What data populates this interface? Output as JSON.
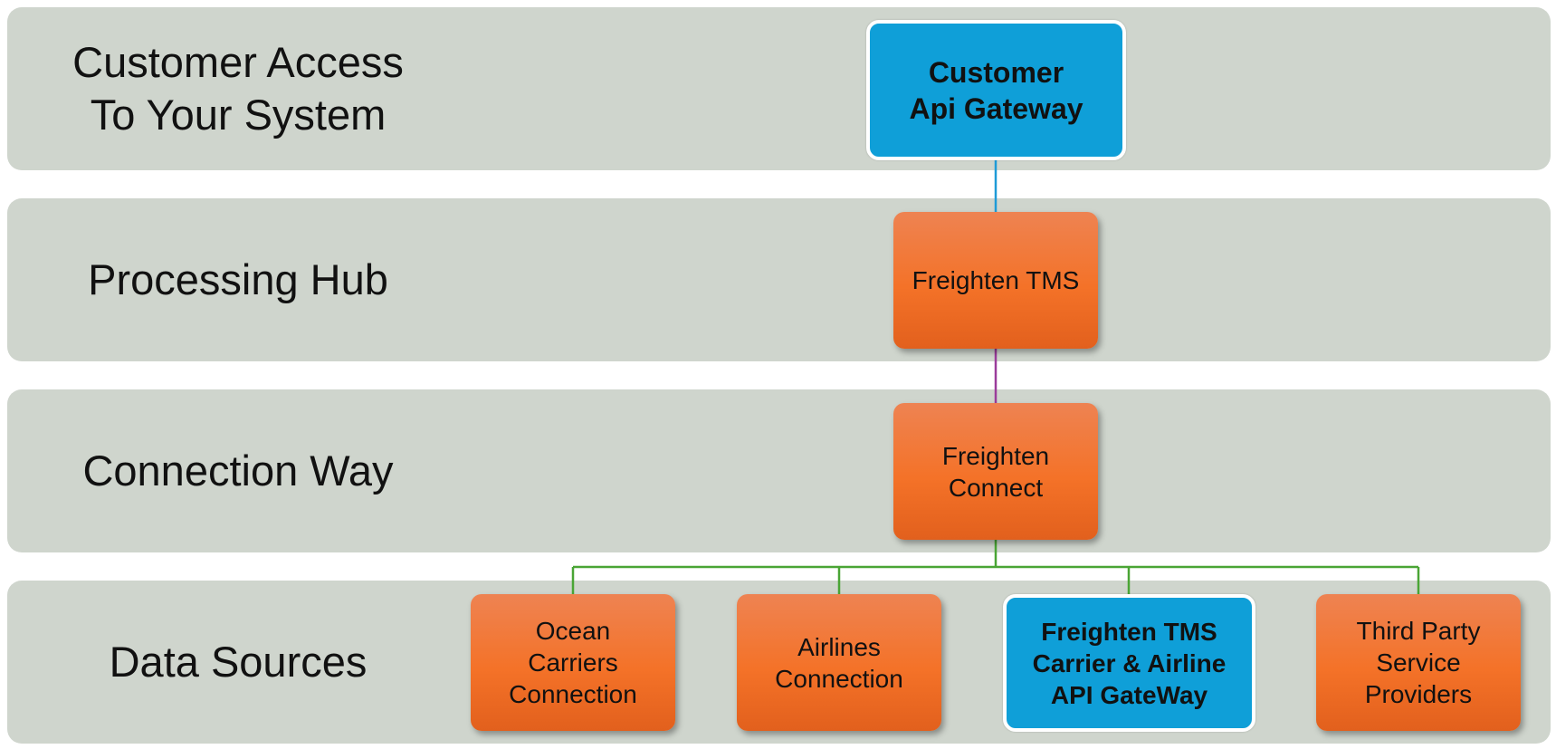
{
  "layers": [
    {
      "label": "Customer Access\nTo Your System"
    },
    {
      "label": "Processing Hub"
    },
    {
      "label": "Connection Way"
    },
    {
      "label": "Data Sources"
    }
  ],
  "nodes": {
    "customer_api_gateway": "Customer\nApi Gateway",
    "freighten_tms": "Freighten TMS",
    "freighten_connect": "Freighten\nConnect",
    "ocean_carriers": "Ocean\nCarriers\nConnection",
    "airlines": "Airlines\nConnection",
    "tms_carrier_airline_gateway": "Freighten TMS\nCarrier & Airline\nAPI GateWay",
    "third_party": "Third Party\nService\nProviders"
  },
  "colors": {
    "band": "#cfd5cd",
    "orange": "#f47228",
    "blue": "#0f9fd8",
    "edge_top": "#1e9bd7",
    "edge_middle": "#9b3c9b",
    "edge_bottom": "#4aa535"
  }
}
